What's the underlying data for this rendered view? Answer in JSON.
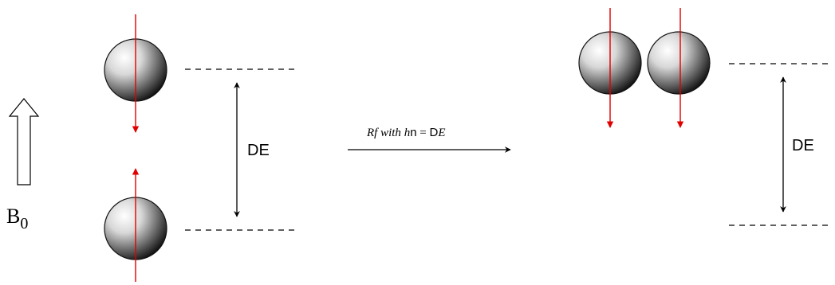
{
  "field_label": {
    "main": "B",
    "subscript": "0"
  },
  "left_panel": {
    "energy_gap_label": "DE"
  },
  "transition_arrow": {
    "label_rf": "Rf",
    "label_with": " with ",
    "label_h": "h",
    "label_nu": "n",
    "label_eq": " = ",
    "label_D": "D",
    "label_E": "E"
  },
  "right_panel": {
    "energy_gap_label": "DE"
  },
  "colors": {
    "spin_arrow": "#e00000",
    "line": "#000000"
  }
}
